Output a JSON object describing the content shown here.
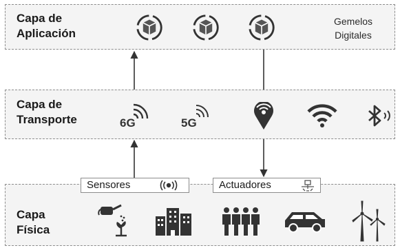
{
  "layers": {
    "application": {
      "line1": "Capa de",
      "line2": "Aplicación"
    },
    "transport": {
      "line1": "Capa de",
      "line2": "Transporte"
    },
    "physical": {
      "line1": "Capa",
      "line2": "Física"
    }
  },
  "twins": {
    "line1": "Gemelos",
    "line2": "Digitales"
  },
  "transport_icons": {
    "sixg": "6G",
    "fiveg": "5G"
  },
  "sensors": {
    "label": "Sensores"
  },
  "actuators": {
    "label": "Actuadores"
  },
  "icons": [
    "digital-twin-icon",
    "6g-signal-icon",
    "5g-signal-icon",
    "lora-icon",
    "wifi-icon",
    "bluetooth-icon",
    "sensor-signal-icon",
    "actuator-icon",
    "watering-plant-icon",
    "buildings-icon",
    "people-icon",
    "car-icon",
    "wind-turbine-icon"
  ]
}
